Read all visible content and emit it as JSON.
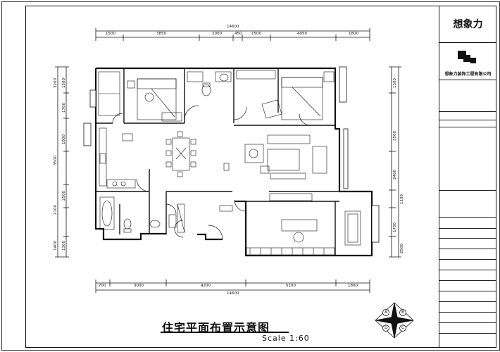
{
  "title_block": {
    "brand": "想象力",
    "company": "想象力装饰工程有限公司"
  },
  "drawing": {
    "title": "住宅平面布置示意图",
    "scale": "Scale 1:60"
  },
  "dimensions": {
    "top_total": "14600",
    "top_segments": [
      "1500",
      "3850",
      "2000",
      "450",
      "1500",
      "4050",
      "1800"
    ],
    "bottom_total": "14600",
    "bottom_segments": [
      "700",
      "3000",
      "4200",
      "5100",
      "1800"
    ],
    "left_segments": [
      "3200",
      "1500",
      "1700",
      "3500",
      "1800",
      "2100",
      "2500",
      "1400",
      "1300"
    ],
    "right_segments": [
      "1500",
      "3500",
      "2400",
      "1100",
      "1700",
      "2500"
    ]
  },
  "compass": {
    "labels": [
      "A",
      "B",
      "C",
      "D"
    ]
  }
}
